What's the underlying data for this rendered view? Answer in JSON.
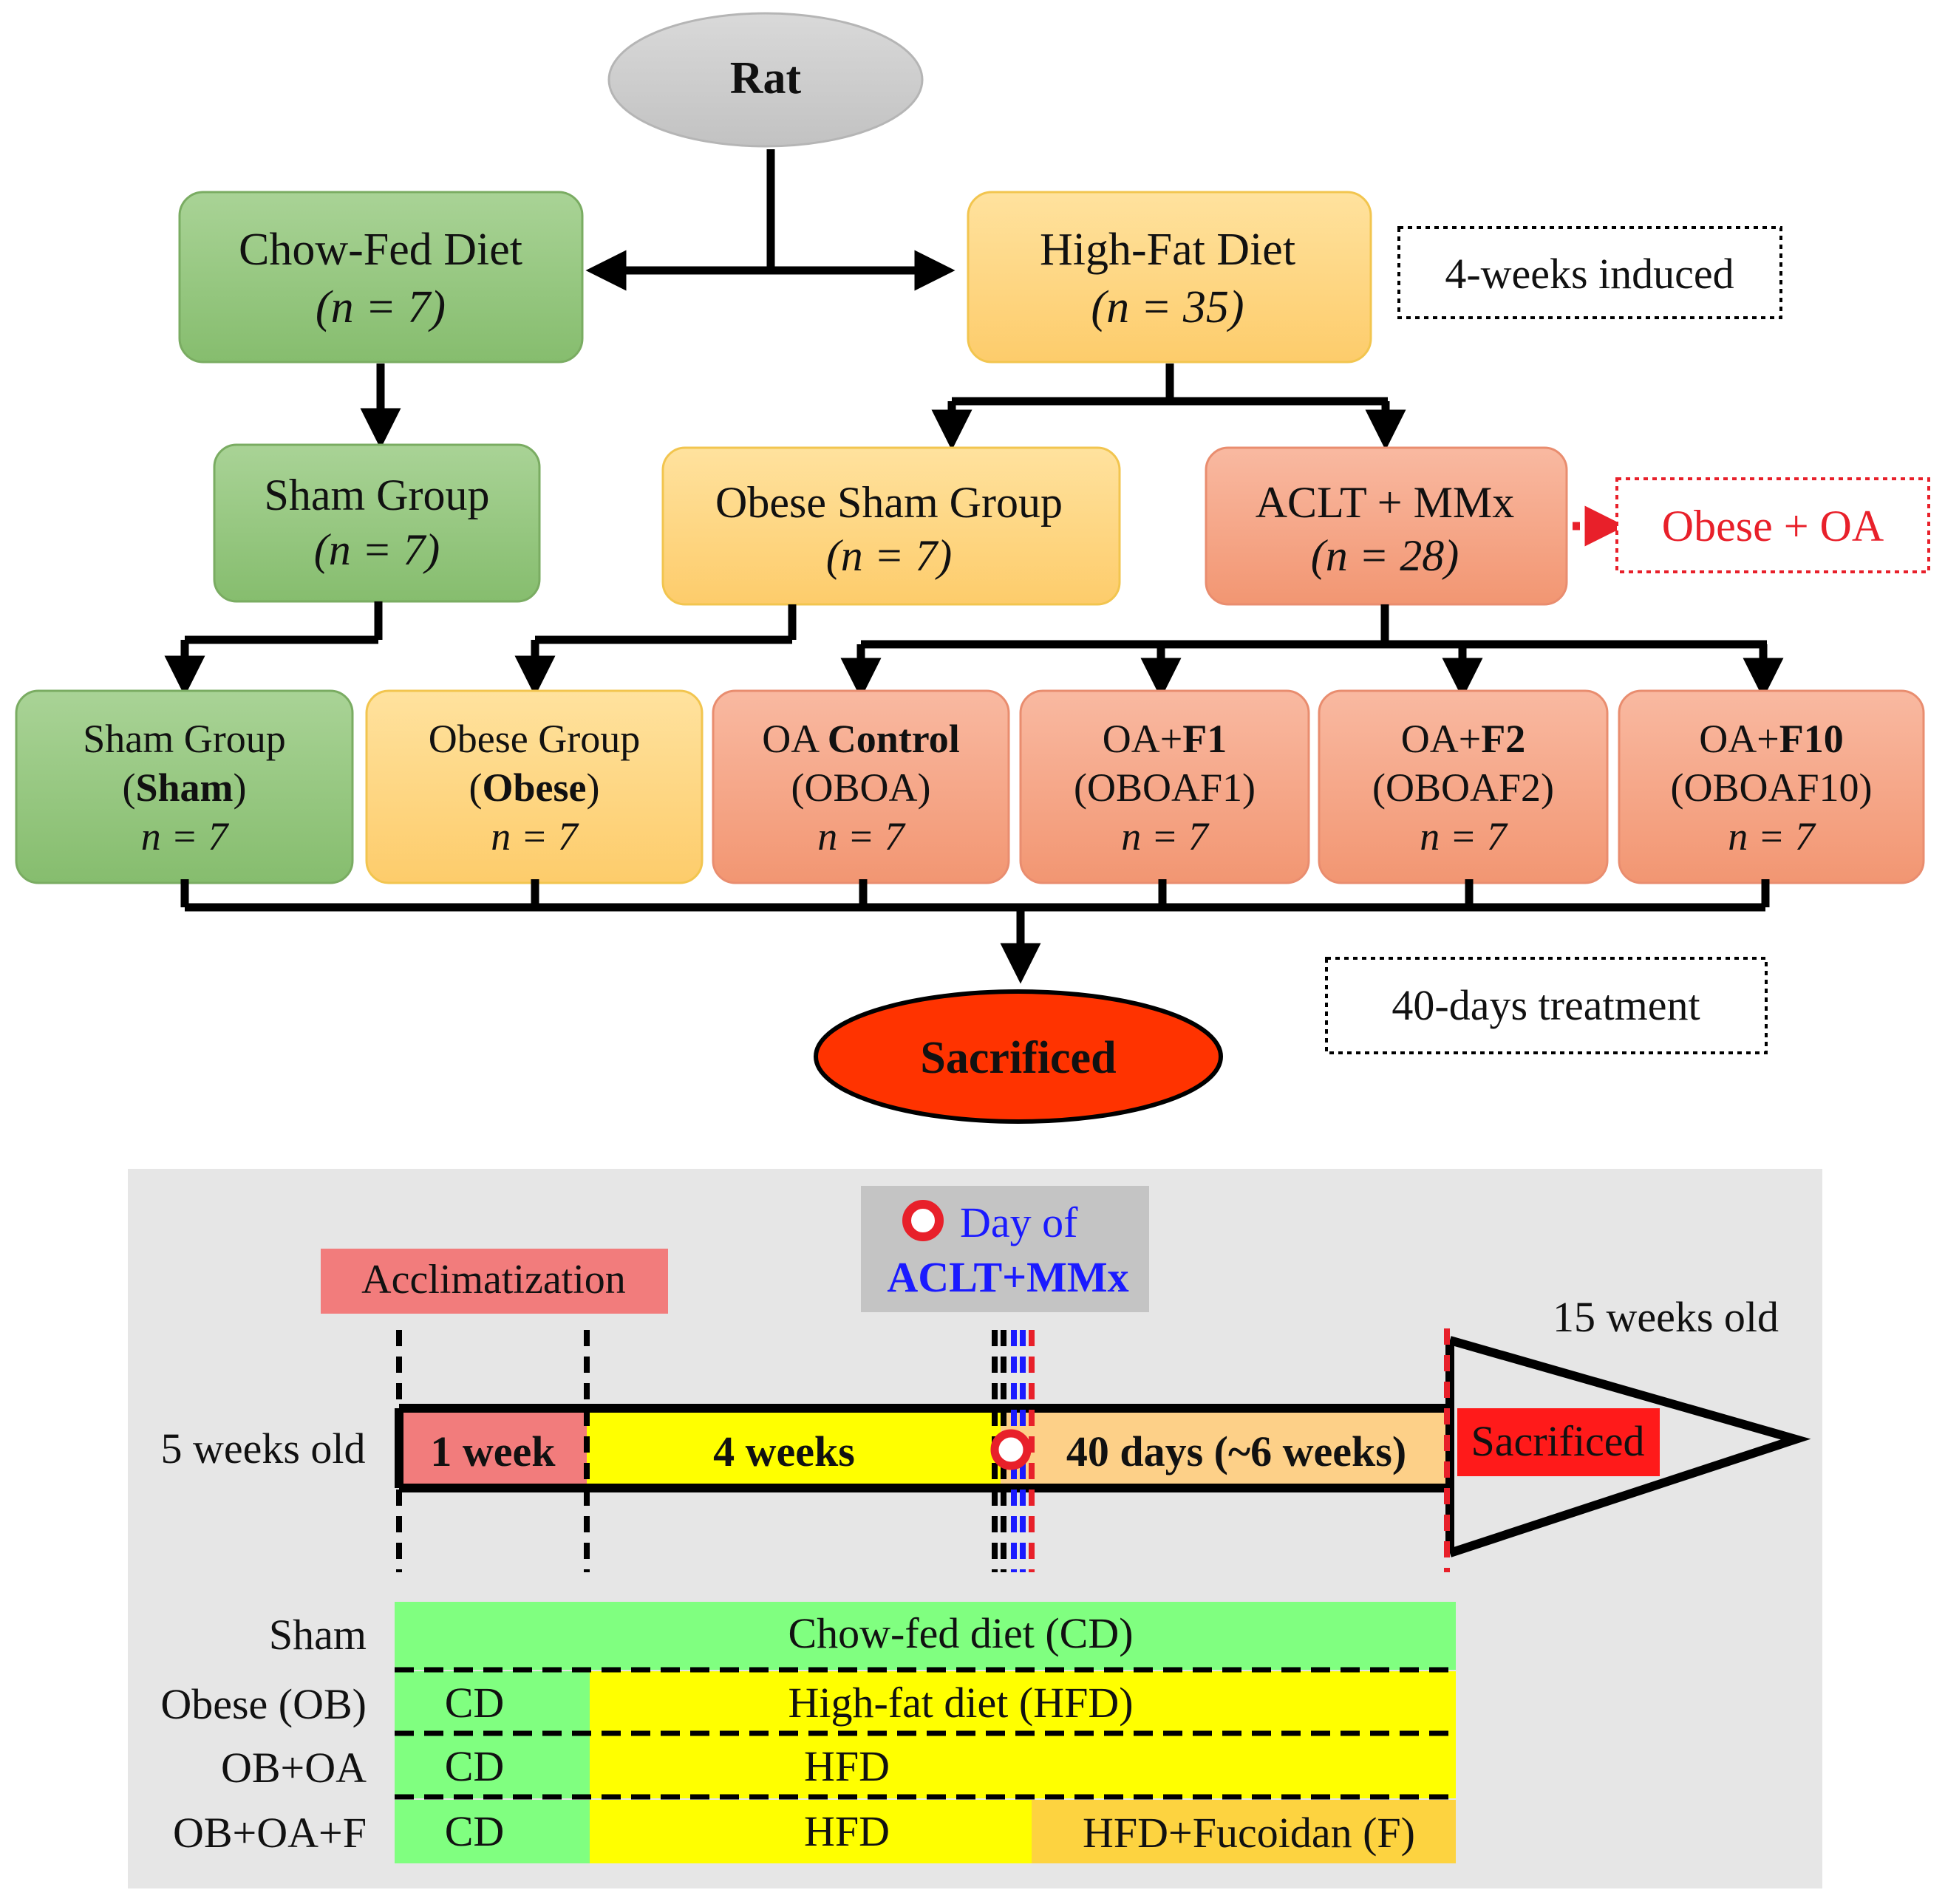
{
  "flowchart": {
    "root": "Rat",
    "chow": {
      "title": "Chow-Fed Diet",
      "n": "(n = 7)"
    },
    "hfd": {
      "title": "High-Fat Diet",
      "n": "(n = 35)"
    },
    "induced_note": "4-weeks induced",
    "sham_group": {
      "title": "Sham Group",
      "n": "(n = 7)"
    },
    "obese_sham": {
      "title": "Obese Sham Group",
      "n": "(n = 7)"
    },
    "aclt": {
      "title": "ACLT + MMx",
      "n": "(n = 28)"
    },
    "obese_oa_note": "Obese + OA",
    "final_groups": [
      {
        "line1a": "Sham Group",
        "line1b": "",
        "line2a": "(",
        "line2b": "Sham",
        "line2c": ")",
        "line3": "n = 7"
      },
      {
        "line1a": "Obese Group",
        "line1b": "",
        "line2a": "(",
        "line2b": "Obese",
        "line2c": ")",
        "line3": "n = 7"
      },
      {
        "line1a": "OA ",
        "line1b": "Control",
        "line2a": "(OBOA)",
        "line2b": "",
        "line2c": "",
        "line3": "n = 7"
      },
      {
        "line1a": "OA+",
        "line1b": "F1",
        "line2a": "(OBOAF1)",
        "line2b": "",
        "line2c": "",
        "line3": "n = 7"
      },
      {
        "line1a": "OA+",
        "line1b": "F2",
        "line2a": "(OBOAF2)",
        "line2b": "",
        "line2c": "",
        "line3": "n = 7"
      },
      {
        "line1a": "OA+",
        "line1b": "F10",
        "line2a": "(OBOAF10)",
        "line2b": "",
        "line2c": "",
        "line3": "n = 7"
      }
    ],
    "treatment_note": "40-days treatment",
    "sacrificed": "Sacrificed"
  },
  "timeline": {
    "acclimatization": "Acclimatization",
    "day_of": "Day of",
    "surgery": "ACLT+MMx",
    "end_age": "15 weeks old",
    "start_age": "5 weeks old",
    "seg1": "1 week",
    "seg2": "4 weeks",
    "seg3": "40 days (~6 weeks)",
    "seg4": "Sacrificed"
  },
  "diet_table": {
    "rows": [
      {
        "label": "Sham",
        "cd": "",
        "hfd": "Chow-fed diet (CD)",
        "fuc": ""
      },
      {
        "label": "Obese (OB)",
        "cd": "CD",
        "hfd": "High-fat diet (HFD)",
        "fuc": ""
      },
      {
        "label": "OB+OA",
        "cd": "CD",
        "hfd": "HFD",
        "fuc": ""
      },
      {
        "label": "OB+OA+F",
        "cd": "CD",
        "hfd": "HFD",
        "fuc": "HFD+Fucoidan (F)"
      }
    ]
  },
  "colors": {
    "green": "#8fc379",
    "yellow": "#fdd37f",
    "salmon": "#f5a287",
    "sacrificed": "#ff3300",
    "red_note": "#e8202a",
    "timeline_green": "#80ff80",
    "timeline_yellow": "#ffff00",
    "timeline_orange": "#fdd088",
    "surgery_blue": "#1a1aff"
  }
}
